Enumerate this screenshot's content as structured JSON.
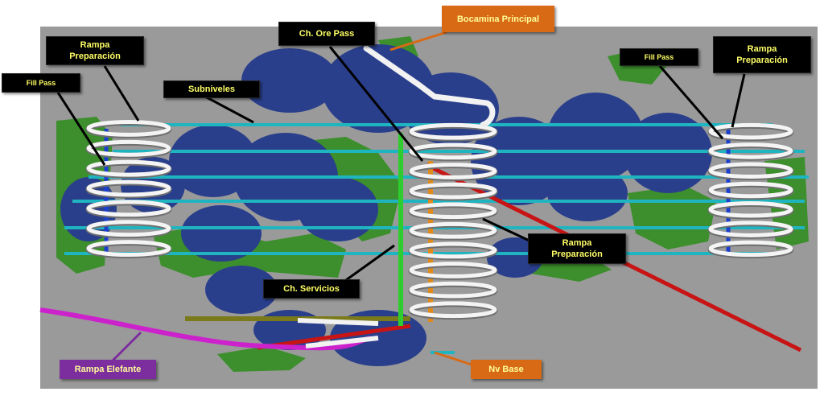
{
  "colors": {
    "background": "#9a9a9a",
    "orebody": "#2a3f8c",
    "zone_green": "#3c8f2c",
    "sublevel": "#1fb5c0",
    "ramp": "#e8e8e8",
    "fill_pass": "#1a3fd0",
    "ore_pass": "#e08a1c",
    "services_shaft": "#2ecc2e",
    "red_line": "#c81414",
    "elefante_ramp": "#cc22cc",
    "base_level": "#7a7a1a",
    "label_dark_bg": "#000000",
    "label_dark_text": "#ffff66",
    "label_orange_bg": "#d96a15",
    "label_purple_bg": "#7c2d9e"
  },
  "labels": {
    "bocamina_principal": "Bocamina Principal",
    "ch_ore_pass": "Ch. Ore Pass",
    "rampa_prep_left": "Rampa\nPreparación",
    "fill_pass_left": "Fill Pass",
    "subniveles": "Subniveles",
    "fill_pass_right": "Fill Pass",
    "rampa_prep_right": "Rampa\nPreparación",
    "rampa_prep_center": "Rampa\nPreparación",
    "ch_servicios": "Ch. Servicios",
    "rampa_elefante": "Rampa Elefante",
    "nv_base": "Nv Base"
  },
  "icons": {
    "ramp": "helical-ramp-icon",
    "orebody": "orebody-blob-icon"
  }
}
